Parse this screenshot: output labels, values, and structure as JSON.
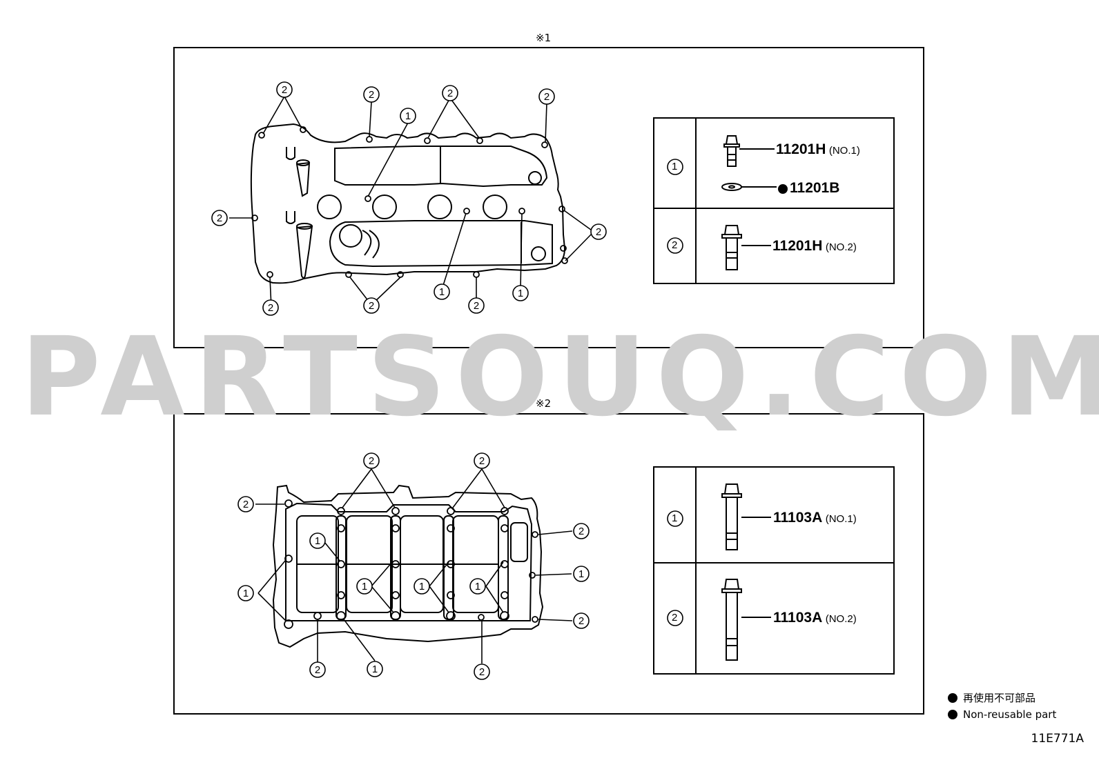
{
  "section1": {
    "marker": "※1",
    "table": [
      {
        "callout": "1",
        "parts": [
          {
            "code": "11201H",
            "note": "(NO.1)",
            "nonreusable": false
          },
          {
            "code": "11201B",
            "note": "",
            "nonreusable": true
          }
        ]
      },
      {
        "callout": "2",
        "parts": [
          {
            "code": "11201H",
            "note": "(NO.2)",
            "nonreusable": false
          }
        ]
      }
    ]
  },
  "section2": {
    "marker": "※2",
    "table": [
      {
        "callout": "1",
        "parts": [
          {
            "code": "11103A",
            "note": "(NO.1)",
            "nonreusable": false
          }
        ]
      },
      {
        "callout": "2",
        "parts": [
          {
            "code": "11103A",
            "note": "(NO.2)",
            "nonreusable": false
          }
        ]
      }
    ]
  },
  "watermark": "PARTSOUQ.COM",
  "legend": {
    "line_ja": "再使用不可部品",
    "line_en": "Non-reusable part"
  },
  "illustration_code": "11E771A"
}
